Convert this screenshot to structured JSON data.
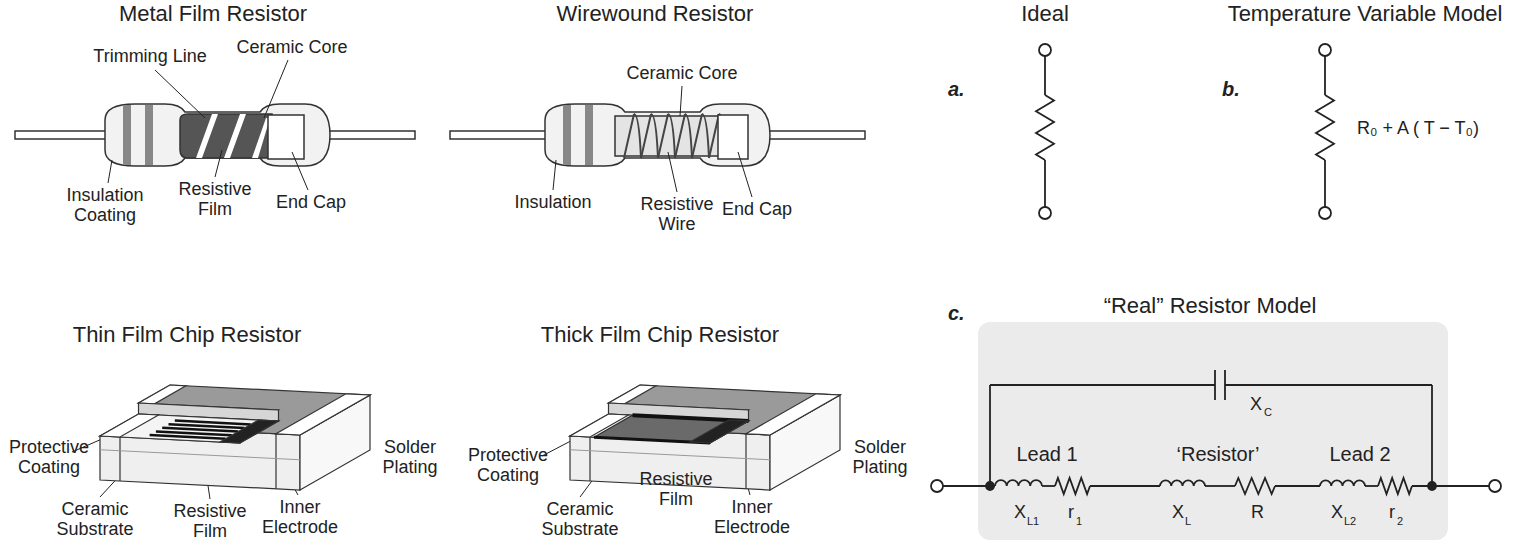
{
  "diagram": {
    "labels": [
      "Metal Film Resistor",
      "Trimming Line",
      "Ceramic Core",
      "Insulation Coating",
      "Resistive Film",
      "End Cap",
      "Wirewound Resistor",
      "Ceramic Core",
      "Insulation",
      "Resistive Wire",
      "End Cap",
      "Ideal",
      "Temperature Variable Model",
      "a.",
      "b.",
      "R₀ + A ( T − T₀)",
      "c.",
      "“Real” Resistor Model",
      "X",
      "C",
      "Lead 1",
      "‘Resistor’",
      "Lead 2",
      "X",
      "L1",
      "r",
      "1",
      "X",
      "L",
      "R",
      "X",
      "L2",
      "r",
      "2",
      "Thin Film Chip Resistor",
      "Protective Coating",
      "Ceramic Substrate",
      "Resistive Film",
      "Inner Electrode",
      "Solder Plating",
      "Thick Film Chip Resistor",
      "Protective Coating",
      "Ceramic Substrate",
      "Resistive Film",
      "Inner Electrode",
      "Solder Plating"
    ]
  }
}
